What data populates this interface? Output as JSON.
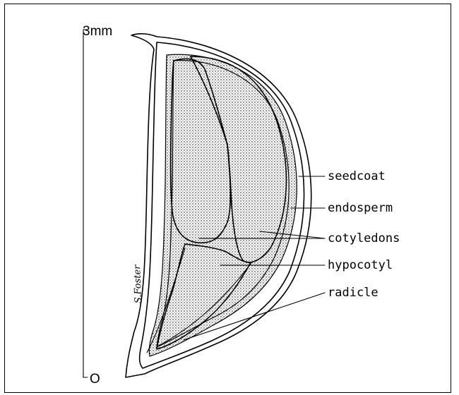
{
  "scale": {
    "top_label": "3mm",
    "bottom_label": "O"
  },
  "labels": {
    "seedcoat": "seedcoat",
    "endosperm": "endosperm",
    "cotyledons": "cotyledons",
    "hypocotyl": "hypocotyl",
    "radicle": "radicle"
  },
  "signature": "S.Foster"
}
